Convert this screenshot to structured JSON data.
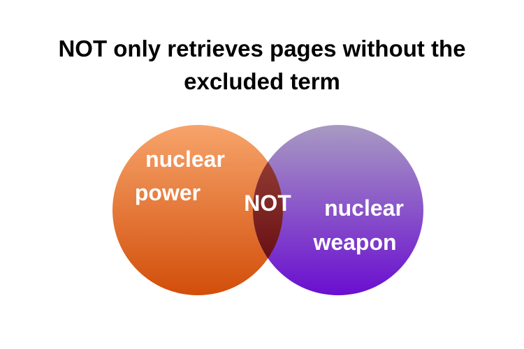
{
  "title": {
    "line1": "NOT only retrieves pages without the",
    "line2": "excluded term"
  },
  "venn": {
    "left": {
      "line1": "nuclear",
      "line2": "power",
      "color_top": "#F7A46B",
      "color_bottom": "#D24E0A"
    },
    "right": {
      "line1": "nuclear",
      "line2": "weapon",
      "color_top": "#A89AC2",
      "color_bottom": "#6A0ED0"
    },
    "overlap": {
      "label": "NOT",
      "color_top": "#A04A3E",
      "color_bottom": "#5A0008"
    }
  }
}
